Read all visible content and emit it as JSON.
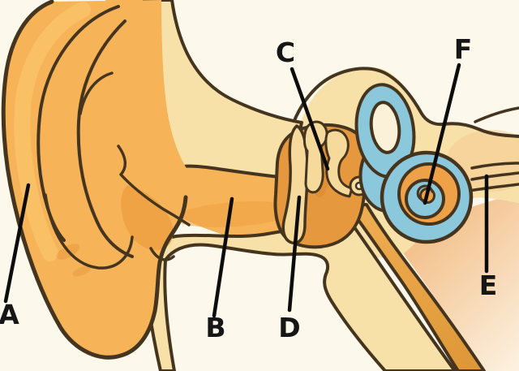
{
  "figure": {
    "kind": "labeled anatomy diagram (human ear cross-section)",
    "labels": [
      {
        "letter": "A"
      },
      {
        "letter": "B"
      },
      {
        "letter": "C"
      },
      {
        "letter": "D"
      },
      {
        "letter": "E"
      },
      {
        "letter": "F"
      }
    ],
    "palette": {
      "background": "#FCF8EB",
      "skin_orange": "#F7B357",
      "skin_light": "#FAC269",
      "skin_deep": "#EC9F41",
      "middle_ear_cavity": "#E5983E",
      "bone_pale": "#F8E1A9",
      "eustachian_gold": "#E8A94E",
      "inner_ear_blue": "#8BC8DB",
      "cochlea_core_orange": "#EFA148",
      "outline_brown": "#45351F",
      "label_text": "#161616",
      "peach_shading": "#F2BA80"
    }
  }
}
